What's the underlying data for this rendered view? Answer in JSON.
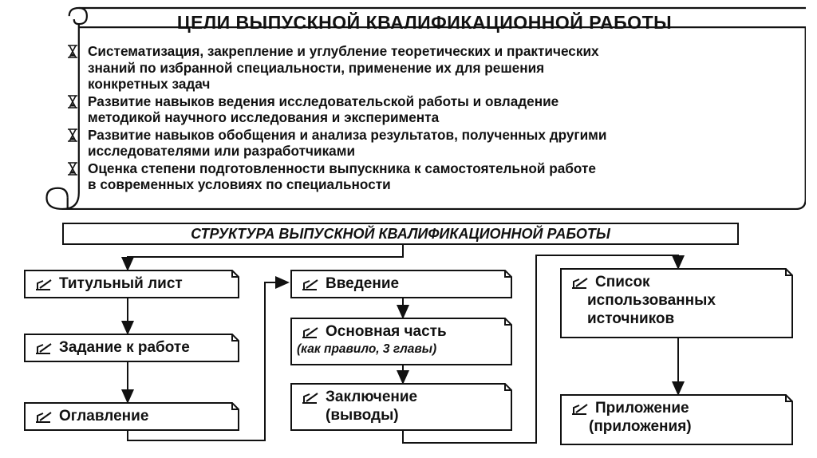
{
  "goals": {
    "title": "ЦЕЛИ  ВЫПУСКНОЙ КВАЛИФИКАЦИОННОЙ  РАБОТЫ",
    "items": [
      {
        "lines": [
          "Систематизация, закрепление и углубление теоретических и практических",
          "знаний по избранной специальности, применение их для решения",
          "конкретных задач"
        ]
      },
      {
        "lines": [
          "Развитие навыков ведения исследовательской работы и овладение",
          "методикой научного исследования и эксперимента"
        ]
      },
      {
        "lines": [
          "Развитие навыков обобщения и анализа результатов, полученных другими",
          "исследователями или разработчиками"
        ]
      },
      {
        "lines": [
          "Оценка степени подготовленности выпускника к самостоятельной работе",
          "в современных условиях по специальности"
        ]
      }
    ]
  },
  "structure": {
    "title": "СТРУКТУРА  ВЫПУСКНОЙ КВАЛИФИКАЦИОННОЙ РАБОТЫ",
    "boxes": {
      "title_page": "Титульный лист",
      "assignment": "Задание к работе",
      "contents": "Оглавление",
      "introduction": "Введение",
      "main_part": "Основная часть",
      "main_part_note": "(как правило, 3  главы)",
      "conclusion_1": "Заключение",
      "conclusion_2": "(выводы)",
      "references_1": "Список",
      "references_2": "использованных",
      "references_3": "источников",
      "appendix_1": "Приложение",
      "appendix_2": "(приложения)"
    }
  },
  "colors": {
    "ink": "#111111",
    "background": "#ffffff"
  },
  "icons": {
    "bullet": "hourglass-icon",
    "box_marker": "document-pen-icon"
  }
}
